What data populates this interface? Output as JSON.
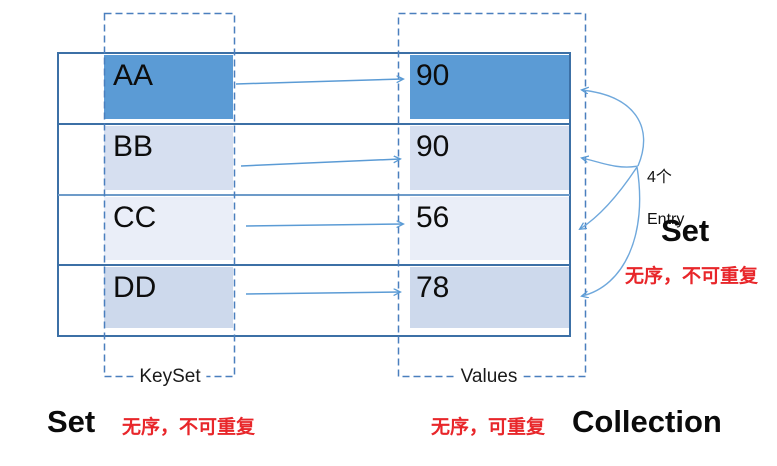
{
  "diagram": {
    "map_rows": [
      {
        "key": "AA",
        "value": "90"
      },
      {
        "key": "BB",
        "value": "90"
      },
      {
        "key": "CC",
        "value": "56"
      },
      {
        "key": "DD",
        "value": "78"
      }
    ],
    "keyset_label": "KeySet",
    "values_label": "Values",
    "entry_note": {
      "count": "4个",
      "word": "Entry"
    },
    "right_set": {
      "title": "Set",
      "desc": "无序，不可重复"
    },
    "bottom_left_set": {
      "title": "Set",
      "desc": "无序，不可重复"
    },
    "bottom_values_desc": "无序，可重复",
    "bottom_collection_title": "Collection",
    "colors": {
      "row_fills": [
        "#5b9bd5",
        "#d6dff0",
        "#eaeef8",
        "#cdd9ec"
      ],
      "table_border": "#3c70a6",
      "dashed_border": "#4a7fbe",
      "arrow": "#5b9bd5",
      "red_text": "#e8262a"
    }
  }
}
